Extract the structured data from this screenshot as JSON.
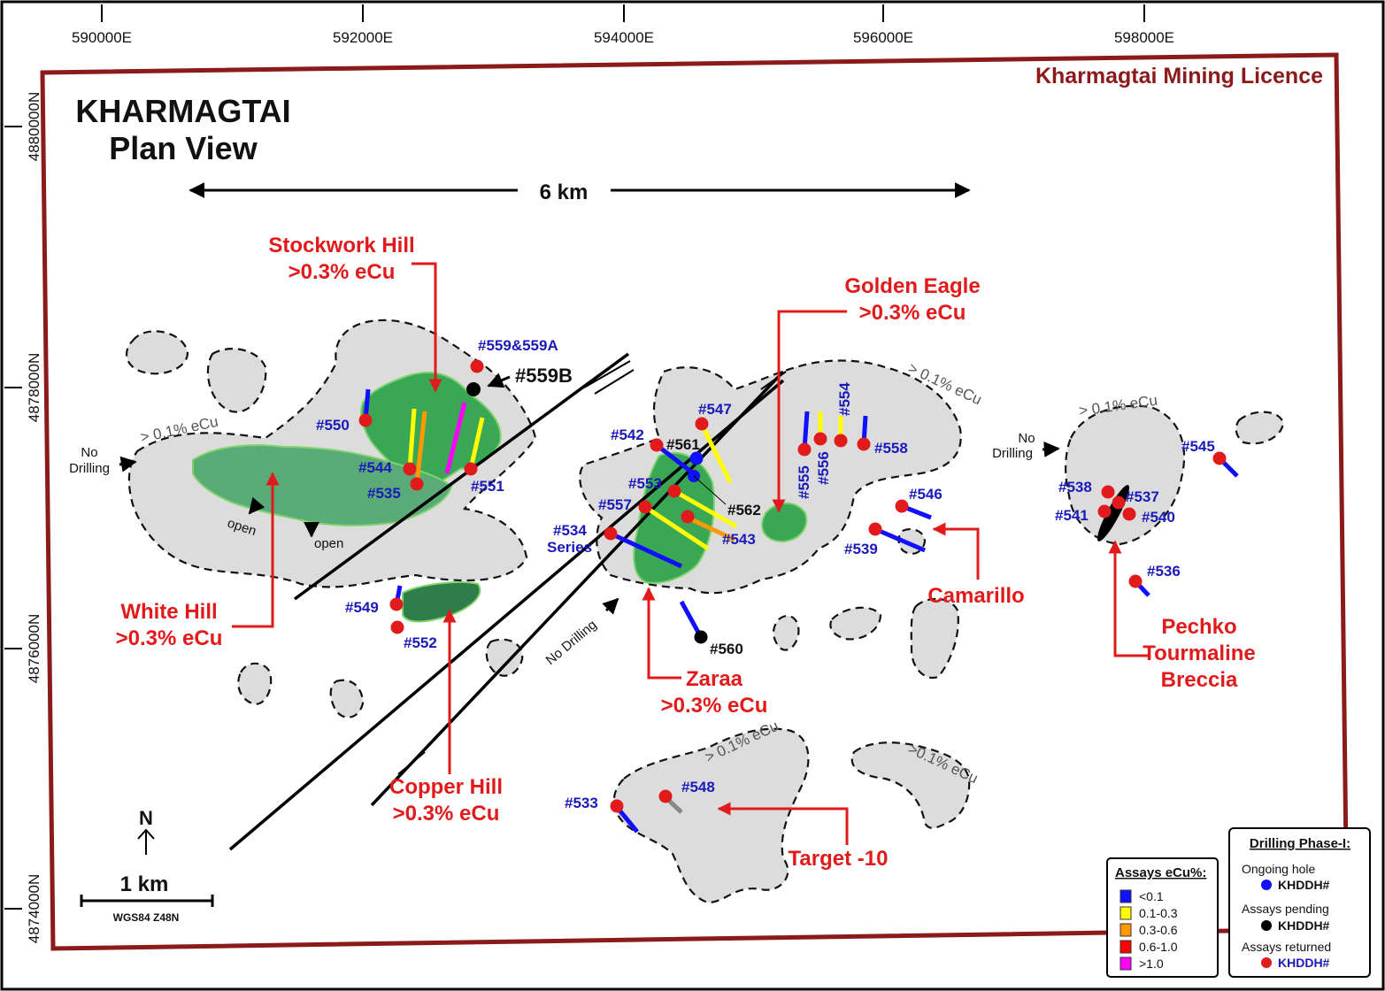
{
  "easting_labels": [
    "590000E",
    "592000E",
    "594000E",
    "596000E",
    "598000E"
  ],
  "northing_labels": [
    "4880000N",
    "4878000N",
    "4876000N",
    "4874000N"
  ],
  "licence_label": "Kharmagtai Mining Licence",
  "title_line1": "KHARMAGTAI",
  "title_line2": "Plan View",
  "scale_bar_6km": "6 km",
  "scale_bar_1km": "1 km",
  "datum": "WGS84 Z48N",
  "north_label": "N",
  "targets": {
    "stockwork_name": "Stockwork Hill",
    "stockwork_grade": ">0.3% eCu",
    "golden_eagle_name": "Golden Eagle",
    "golden_eagle_grade": ">0.3% eCu",
    "white_hill_name": "White Hill",
    "white_hill_grade": ">0.3% eCu",
    "copper_hill_name": "Copper Hill",
    "copper_hill_grade": ">0.3% eCu",
    "zaraa_name": "Zaraa",
    "zaraa_grade": ">0.3% eCu",
    "camarillo": "Camarillo",
    "pechko_1": "Pechko",
    "pechko_2": "Tourmaline",
    "pechko_3": "Breccia",
    "target10": "Target -10"
  },
  "contour_label": "> 0.1% eCu",
  "contour_label_alt": ">0.1% eCu",
  "no_drilling_1": "No",
  "no_drilling_2": "Drilling",
  "no_drilling_inline": "No Drilling",
  "open_label": "open",
  "holes": {
    "h533": "#533",
    "h534": "#534",
    "h534b": "Series",
    "h535": "#535",
    "h536": "#536",
    "h537": "#537",
    "h538": "#538",
    "h539": "#539",
    "h540": "#540",
    "h541": "#541",
    "h542": "#542",
    "h543": "#543",
    "h544": "#544",
    "h545": "#545",
    "h546": "#546",
    "h547": "#547",
    "h548": "#548",
    "h549": "#549",
    "h550": "#550",
    "h551": "#551",
    "h552": "#552",
    "h553": "#553",
    "h554": "#554",
    "h555": "#555",
    "h556": "#556",
    "h557": "#557",
    "h558": "#558",
    "h559": "#559&559A",
    "h559b": "#559B",
    "h560": "#560",
    "h561": "#561",
    "h562": "#562"
  },
  "assay_legend": {
    "title": "Assays eCu%:",
    "items": [
      {
        "label": "<0.1",
        "color": "#1010ff"
      },
      {
        "label": "0.1-0.3",
        "color": "#ffff00"
      },
      {
        "label": "0.3-0.6",
        "color": "#ff9900"
      },
      {
        "label": "0.6-1.0",
        "color": "#ff0000"
      },
      {
        "label": ">1.0",
        "color": "#ff00ff"
      }
    ]
  },
  "drilling_legend": {
    "title": "Drilling Phase-I:",
    "ongoing": "Ongoing hole",
    "pending": "Assays pending",
    "returned": "Assays returned",
    "hole_id": "KHDDH#",
    "ongoing_color": "#1010ff",
    "pending_color": "#000000",
    "returned_color": "#e11b1b"
  },
  "colors": {
    "licence": "#8b1a1a",
    "target_text": "#e11b1b",
    "hole_text": "#1a1ab8",
    "zone_fill": "#dcdcdc",
    "mineral_fill": "#3aa756"
  }
}
